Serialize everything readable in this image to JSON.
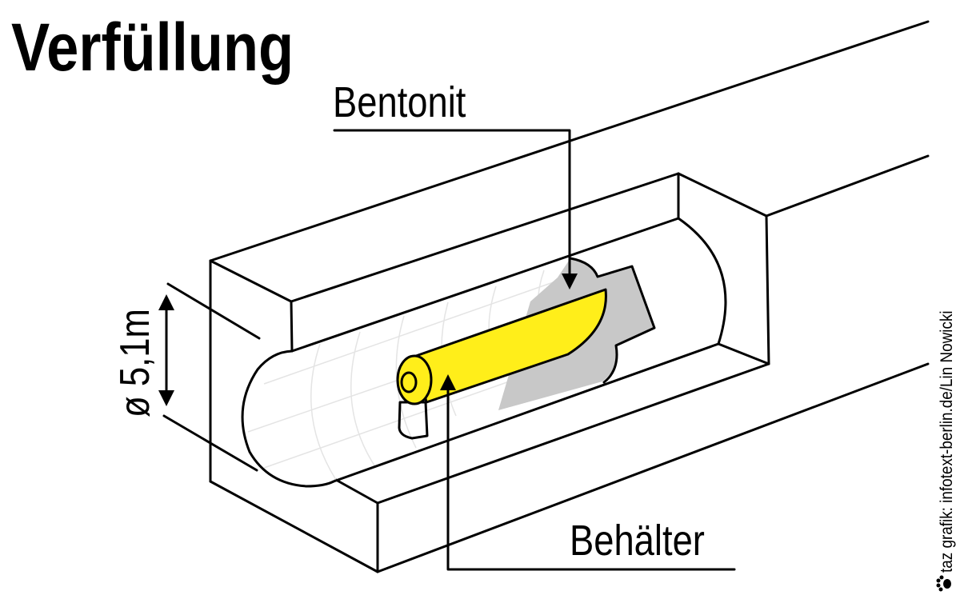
{
  "title": "Verfüllung",
  "labels": {
    "bentonit": "Bentonit",
    "behaelter": "Behälter",
    "diameter": "ø 5,1m"
  },
  "credit": "taz grafik: infotext-berlin.de/Lin Nowicki",
  "icons": [
    "paw-icon",
    "arrow-down-icon",
    "arrow-up-icon",
    "double-arrow-icon"
  ],
  "colors": {
    "container": "#ffee1a",
    "bentonite": "#c8c8c8",
    "line": "#000000",
    "grid": "#e4e4e4"
  }
}
